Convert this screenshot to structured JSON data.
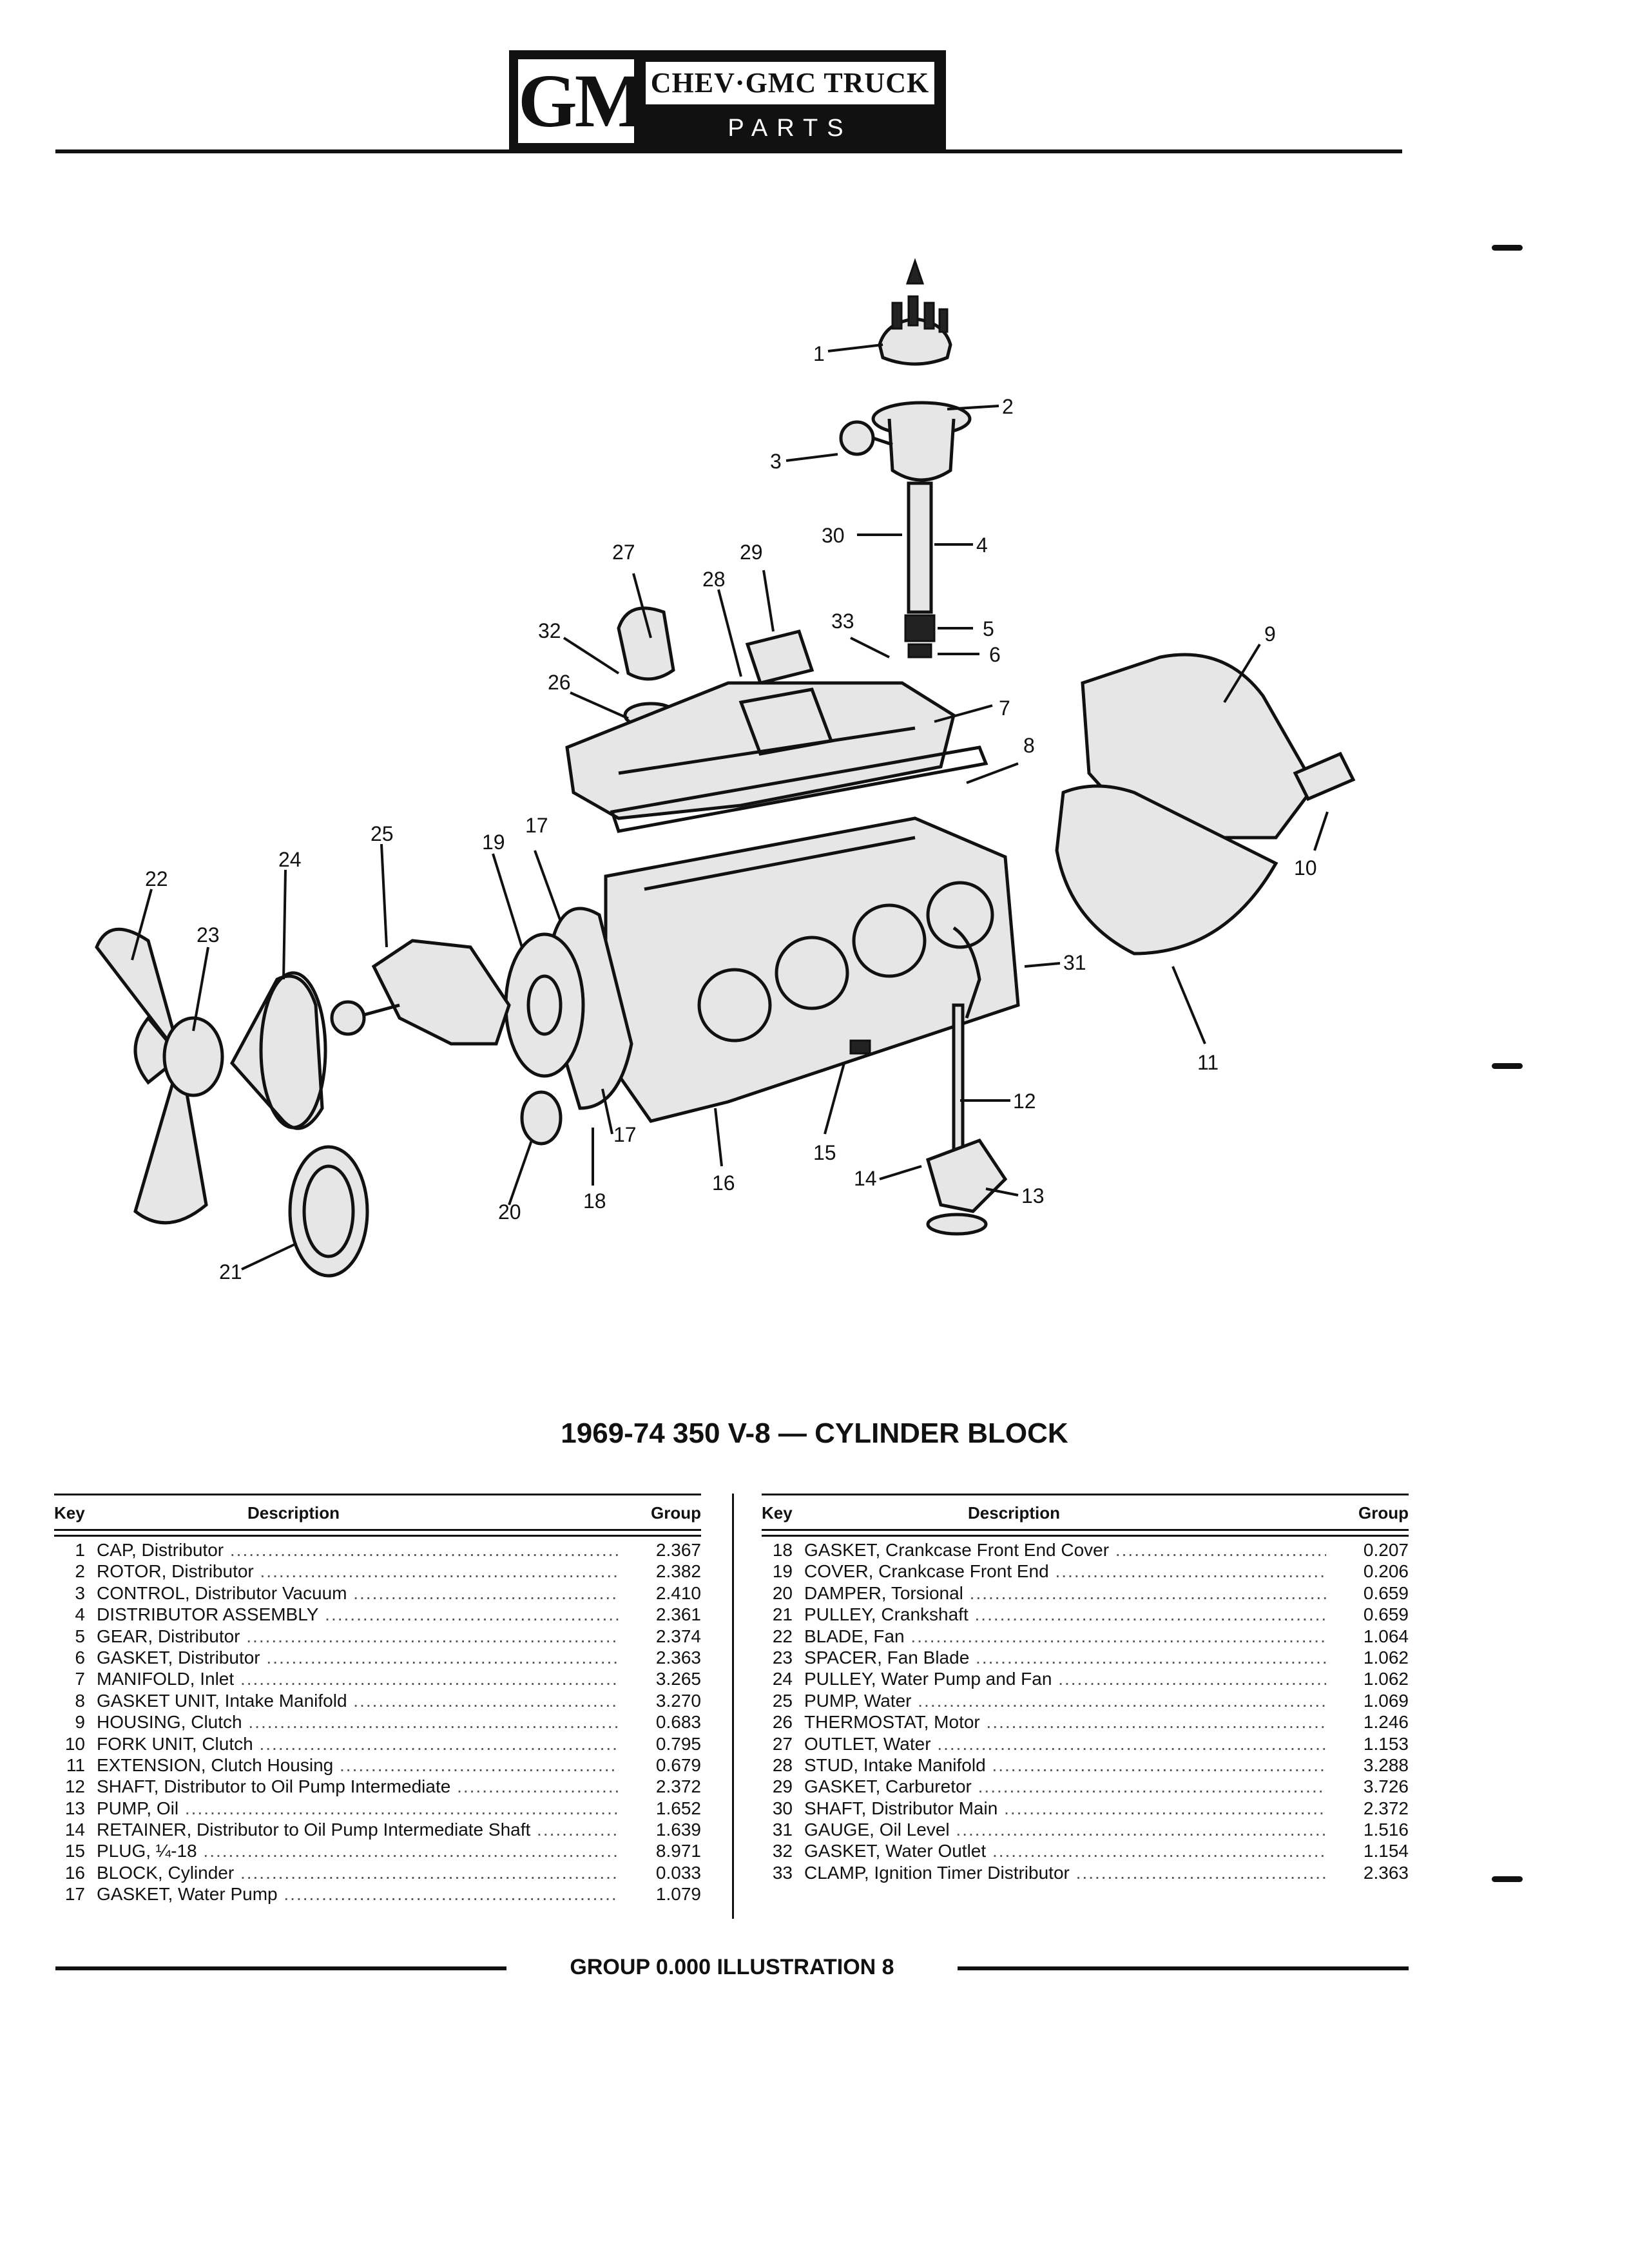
{
  "header": {
    "logo_letters": "GM",
    "brand": "CHEV·GMC TRUCK",
    "subtitle": "PARTS CATALOGUE"
  },
  "illustration": {
    "callouts": [
      "1",
      "2",
      "3",
      "30",
      "4",
      "27",
      "29",
      "28",
      "33",
      "5",
      "6",
      "32",
      "26",
      "7",
      "8",
      "9",
      "10",
      "11",
      "25",
      "17",
      "19",
      "24",
      "22",
      "23",
      "31",
      "12",
      "15",
      "14",
      "13",
      "16",
      "17",
      "18",
      "20",
      "21"
    ]
  },
  "title": "1969-74 350 V-8 — CYLINDER BLOCK",
  "table": {
    "headers": {
      "key": "Key",
      "description": "Description",
      "group": "Group"
    },
    "left_rows": [
      {
        "key": "1",
        "desc": "CAP, Distributor",
        "group": "2.367"
      },
      {
        "key": "2",
        "desc": "ROTOR, Distributor",
        "group": "2.382"
      },
      {
        "key": "3",
        "desc": "CONTROL, Distributor Vacuum",
        "group": "2.410"
      },
      {
        "key": "4",
        "desc": "DISTRIBUTOR ASSEMBLY",
        "group": "2.361"
      },
      {
        "key": "5",
        "desc": "GEAR, Distributor",
        "group": "2.374"
      },
      {
        "key": "6",
        "desc": "GASKET, Distributor",
        "group": "2.363"
      },
      {
        "key": "7",
        "desc": "MANIFOLD, Inlet",
        "group": "3.265"
      },
      {
        "key": "8",
        "desc": "GASKET UNIT, Intake Manifold",
        "group": "3.270"
      },
      {
        "key": "9",
        "desc": "HOUSING, Clutch",
        "group": "0.683"
      },
      {
        "key": "10",
        "desc": "FORK UNIT, Clutch",
        "group": "0.795"
      },
      {
        "key": "11",
        "desc": "EXTENSION, Clutch Housing",
        "group": "0.679"
      },
      {
        "key": "12",
        "desc": "SHAFT, Distributor to Oil Pump Intermediate",
        "group": "2.372"
      },
      {
        "key": "13",
        "desc": "PUMP, Oil",
        "group": "1.652"
      },
      {
        "key": "14",
        "desc": "RETAINER, Distributor to Oil Pump Intermediate Shaft",
        "group": "1.639"
      },
      {
        "key": "15",
        "desc": "PLUG, ¼-18",
        "group": "8.971"
      },
      {
        "key": "16",
        "desc": "BLOCK, Cylinder",
        "group": "0.033"
      },
      {
        "key": "17",
        "desc": "GASKET, Water Pump",
        "group": "1.079"
      }
    ],
    "right_rows": [
      {
        "key": "18",
        "desc": "GASKET, Crankcase Front End Cover",
        "group": "0.207"
      },
      {
        "key": "19",
        "desc": "COVER, Crankcase Front End",
        "group": "0.206"
      },
      {
        "key": "20",
        "desc": "DAMPER, Torsional",
        "group": "0.659"
      },
      {
        "key": "21",
        "desc": "PULLEY, Crankshaft",
        "group": "0.659"
      },
      {
        "key": "22",
        "desc": "BLADE, Fan",
        "group": "1.064"
      },
      {
        "key": "23",
        "desc": "SPACER, Fan Blade",
        "group": "1.062"
      },
      {
        "key": "24",
        "desc": "PULLEY, Water Pump and Fan",
        "group": "1.062"
      },
      {
        "key": "25",
        "desc": "PUMP, Water",
        "group": "1.069"
      },
      {
        "key": "26",
        "desc": "THERMOSTAT, Motor",
        "group": "1.246"
      },
      {
        "key": "27",
        "desc": "OUTLET, Water",
        "group": "1.153"
      },
      {
        "key": "28",
        "desc": "STUD, Intake Manifold",
        "group": "3.288"
      },
      {
        "key": "29",
        "desc": "GASKET, Carburetor",
        "group": "3.726"
      },
      {
        "key": "30",
        "desc": "SHAFT, Distributor Main",
        "group": "2.372"
      },
      {
        "key": "31",
        "desc": "GAUGE, Oil Level",
        "group": "1.516"
      },
      {
        "key": "32",
        "desc": "GASKET, Water Outlet",
        "group": "1.154"
      },
      {
        "key": "33",
        "desc": "CLAMP, Ignition Timer Distributor",
        "group": "2.363"
      }
    ]
  },
  "footer": {
    "caption": "GROUP 0.000 ILLUSTRATION 8"
  }
}
